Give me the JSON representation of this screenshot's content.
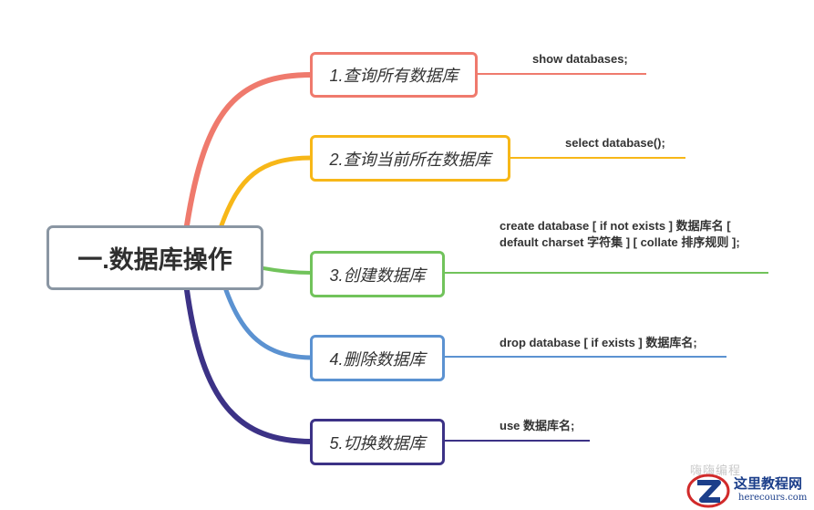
{
  "root": {
    "label": "一.数据库操作"
  },
  "branches": [
    {
      "label": "1.查询所有数据库",
      "note": "show databases;",
      "color": "#ef7a6d"
    },
    {
      "label": "2.查询当前所在数据库",
      "note": "select database();",
      "color": "#f7b718"
    },
    {
      "label": "3.创建数据库",
      "note": "create database [ if not exists ] 数据库名 [ default charset 字符集 ] [ collate 排序规则 ];",
      "color": "#71c35b"
    },
    {
      "label": "4.删除数据库",
      "note": "drop database [ if exists ] 数据库名;",
      "color": "#5b92d1"
    },
    {
      "label": "5.切换数据库",
      "note": "use 数据库名;",
      "color": "#3c3286"
    }
  ],
  "watermark": {
    "faint_text": "嗨嗨编程",
    "logo_title": "这里教程网",
    "logo_url": "herecours.com",
    "logo_color": "#1b3e8a"
  }
}
